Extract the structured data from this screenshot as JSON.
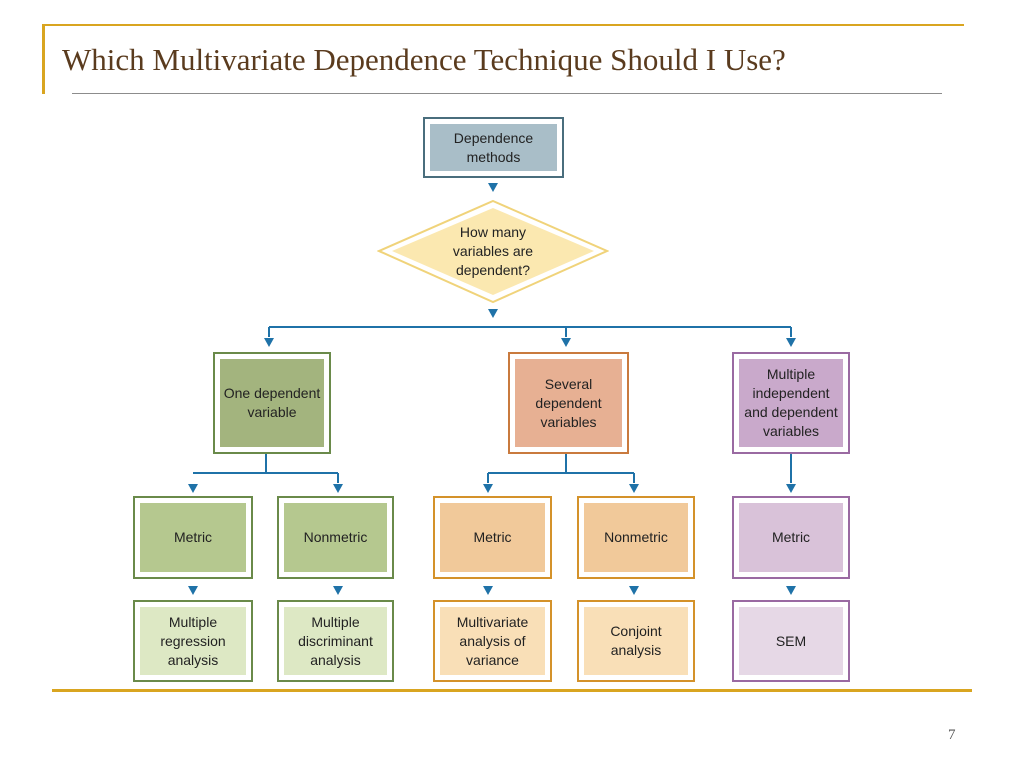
{
  "slide": {
    "title": "Which Multivariate Dependence Technique Should I Use?",
    "page_number": "7"
  },
  "diagram": {
    "root": "Dependence\nmethods",
    "question": "How many\nvariables are\ndependent?",
    "groups": [
      {
        "label": "One dependent\nvariable",
        "children": [
          {
            "type": "Metric",
            "method": "Multiple\nregression\nanalysis"
          },
          {
            "type": "Nonmetric",
            "method": "Multiple\ndiscriminant\nanalysis"
          }
        ]
      },
      {
        "label": "Several\ndependent\nvariables",
        "children": [
          {
            "type": "Metric",
            "method": "Multivariate\nanalysis of\nvariance"
          },
          {
            "type": "Nonmetric",
            "method": "Conjoint\nanalysis"
          }
        ]
      },
      {
        "label": "Multiple\nindependent\nand dependent\nvariables",
        "children": [
          {
            "type": "Metric",
            "method": "SEM"
          }
        ]
      }
    ]
  },
  "colors": {
    "accent_gold": "#d9a520",
    "connector_blue": "#1f72a8",
    "diamond_fill": "#fbe8b0",
    "diamond_border": "#f0d37a"
  }
}
